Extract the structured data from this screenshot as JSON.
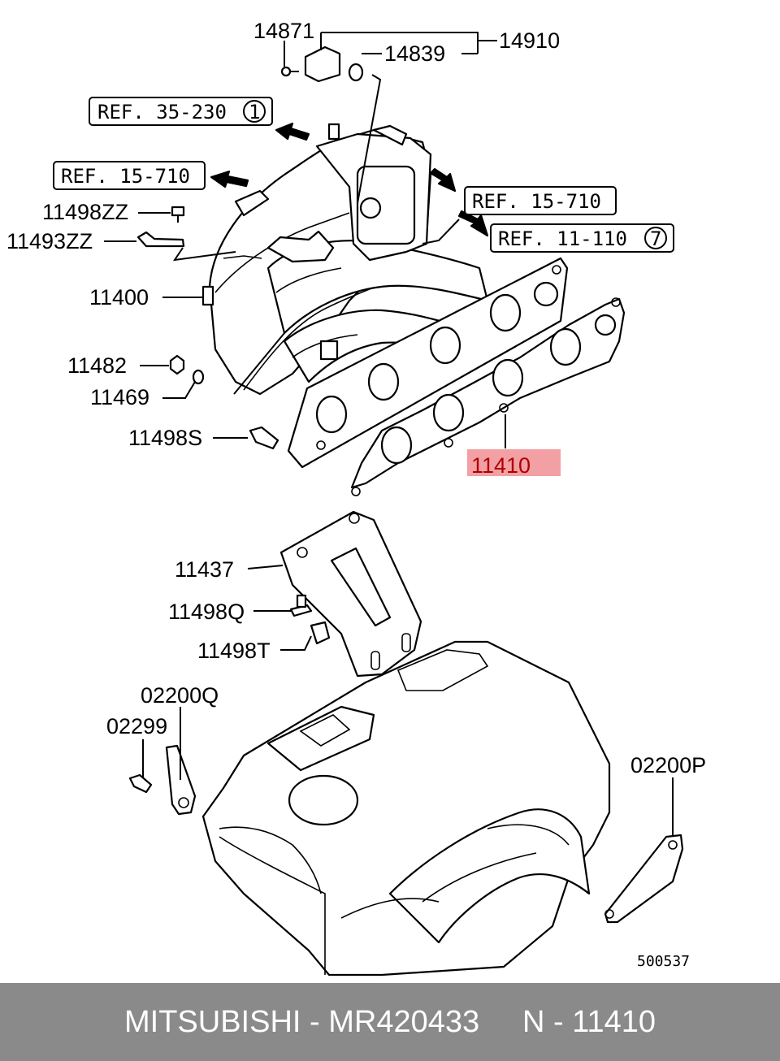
{
  "labels": {
    "p14871": "14871",
    "p14839": "14839",
    "p14910": "14910",
    "p11498ZZ": "11498ZZ",
    "p11493ZZ": "11493ZZ",
    "p11400": "11400",
    "p11482": "11482",
    "p11469": "11469",
    "p11498S": "11498S",
    "p11410": "11410",
    "p11437": "11437",
    "p11498Q": "11498Q",
    "p11498T": "11498T",
    "p02200Q": "02200Q",
    "p02299": "02299",
    "p02200P": "02200P"
  },
  "refs": {
    "r1": {
      "text": "REF. 35-230",
      "circle": "1"
    },
    "r2": {
      "text": "REF. 15-710"
    },
    "r3": {
      "text": "REF. 15-710"
    },
    "r4": {
      "text": "REF. 11-110",
      "circle": "7"
    }
  },
  "diagram_code": "500537",
  "highlight_color": "#f2a0a3",
  "footer": {
    "brand": "MITSUBISHI",
    "sep1": " - ",
    "part_number": "MR420433",
    "gap": "     ",
    "ref_prefix": "N - ",
    "ref_number": "11410"
  }
}
